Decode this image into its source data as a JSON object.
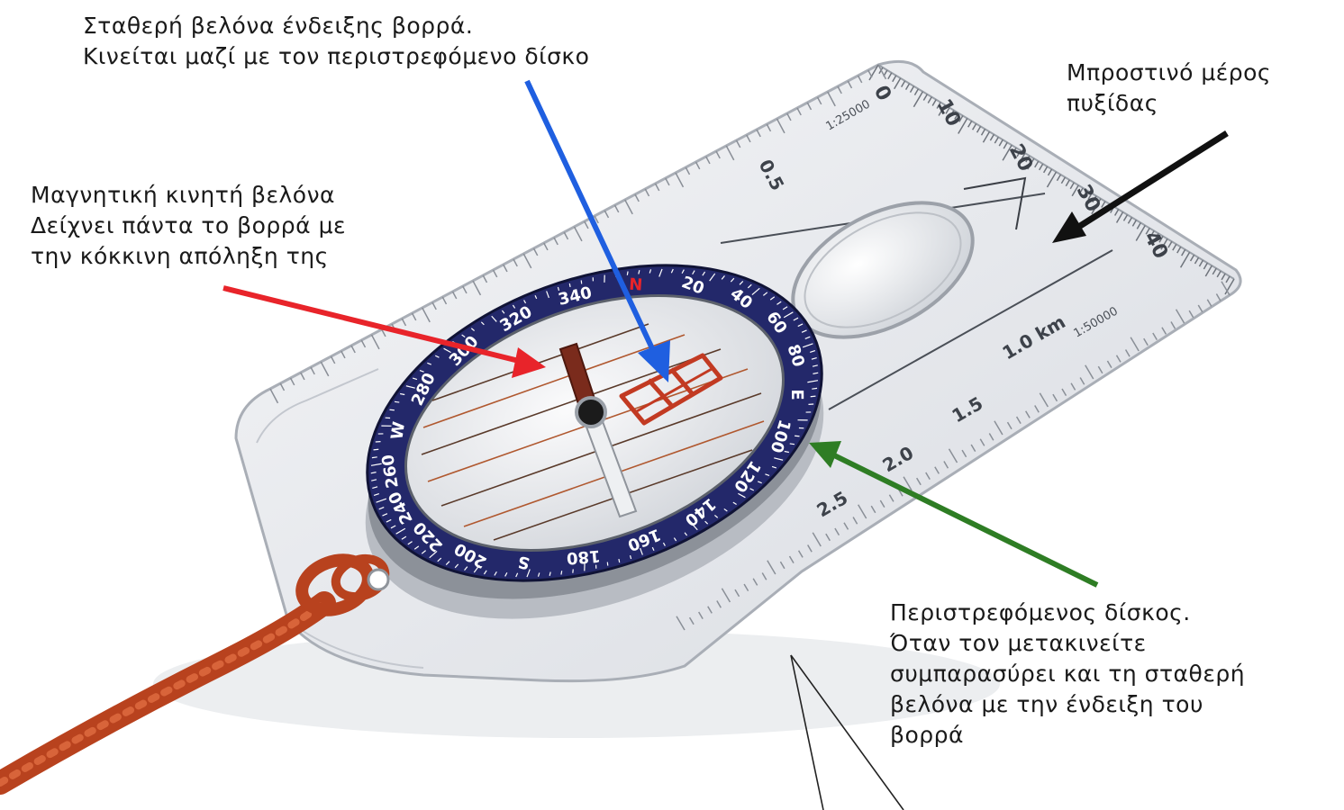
{
  "labels": {
    "fixed_needle": {
      "line1": "Σταθερή βελόνα  ένδειξης βορρά.",
      "line2": "Κινείται μαζί με τον περιστρεφόμενο δίσκο"
    },
    "magnetic_needle": {
      "line1": "Μαγνητική κινητή βελόνα",
      "line2": "Δείχνει πάντα το βορρά με",
      "line3": "την κόκκινη απόληξη της"
    },
    "front": {
      "line1": "Μπροστινό μέρος",
      "line2": "πυξίδας"
    },
    "rotating_dial": {
      "line1": "Περιστρεφόμενος δίσκος.",
      "line2": "Όταν τον μετακινείτε",
      "line3": "συμπαρασύρει και τη σταθερή",
      "line4": "βελόνα με την ένδειξη του",
      "line5": "βορρά"
    }
  },
  "compass": {
    "dial_marks": [
      "280",
      "300",
      "320",
      "340",
      "N",
      "20",
      "40",
      "60",
      "80",
      "E",
      "100",
      "120",
      "140",
      "160",
      "180",
      "S",
      "200",
      "220",
      "240",
      "260",
      "W"
    ],
    "ruler_marks": [
      "0",
      "10",
      "20",
      "30",
      "40"
    ],
    "scale_marks": [
      "0.5",
      "1.0 km",
      "1.5",
      "2.0",
      "2.5"
    ],
    "scale_ratio_top": "1:25000",
    "scale_ratio_bottom": "1:50000"
  },
  "colors": {
    "arrow_fixed": "#1f5fe0",
    "arrow_magnetic": "#e8242a",
    "arrow_front": "#111111",
    "arrow_dial": "#2e7d24",
    "bezel": "#23286a",
    "cord": "#b8421e",
    "needle_red": "#7a2b1c",
    "orienting_arrow": "#c23a22"
  }
}
